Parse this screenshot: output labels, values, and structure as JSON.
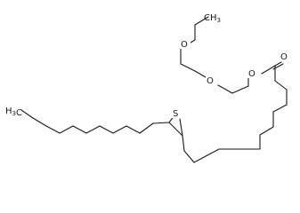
{
  "molecule": {
    "atoms": {
      "ethyl_ch3": "CH3",
      "ether_o1": "O",
      "ether_o2": "O",
      "ester_o": "O",
      "carbonyl_o": "O",
      "thiirane_s": "S",
      "terminal_ch3": "H3C"
    }
  }
}
